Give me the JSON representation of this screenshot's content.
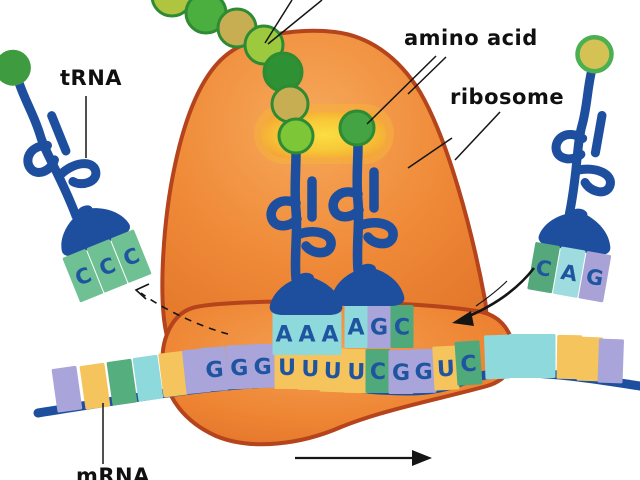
{
  "labels": {
    "trna": "tRNA",
    "amino_acid": "amino acid",
    "ribosome": "ribosome",
    "mrna": "mRNA"
  },
  "colors": {
    "rna_blue": "#1E4F9F",
    "letter_blue": "#1F55A0",
    "ribosome_orange": "#EE8230",
    "ribosome_border": "#B5441C",
    "tunnel_yellow": "#F9D03A",
    "base_A_cyan": "#8ED9DC",
    "base_U_yellow": "#F5C45C",
    "base_G_purple": "#A9A4D9",
    "base_C_green": "#4FA97B",
    "label_black": "#101010"
  },
  "mrna": {
    "visible_sequence": "GGGUUUUCGGUC",
    "bases": [
      {
        "l": "",
        "c": "#A9A4D9"
      },
      {
        "l": "",
        "c": "#F5C45C"
      },
      {
        "l": "",
        "c": "#55AE7E"
      },
      {
        "l": "",
        "c": "#8ED9DC"
      },
      {
        "l": "",
        "c": "#F5C45C"
      },
      {
        "l": "",
        "c": "#A9A4D9"
      },
      {
        "l": "G",
        "c": "#A9A4D9"
      },
      {
        "l": "G",
        "c": "#A9A4D9"
      },
      {
        "l": "G",
        "c": "#A9A4D9"
      },
      {
        "l": "U",
        "c": "#F5C45C"
      },
      {
        "l": "U",
        "c": "#F5C45C"
      },
      {
        "l": "U",
        "c": "#F5C45C"
      },
      {
        "l": "U",
        "c": "#F5C45C"
      },
      {
        "l": "C",
        "c": "#4FA97B"
      },
      {
        "l": "G",
        "c": "#A9A4D9"
      },
      {
        "l": "G",
        "c": "#A9A4D9"
      },
      {
        "l": "U",
        "c": "#F5C45C"
      },
      {
        "l": "C",
        "c": "#4FA97B"
      },
      {
        "l": "",
        "c": "#8ED9DC"
      },
      {
        "l": "",
        "c": "#8ED9DC"
      },
      {
        "l": "",
        "c": "#8ED9DC"
      },
      {
        "l": "",
        "c": "#F5C45C"
      },
      {
        "l": "",
        "c": "#F5C45C"
      },
      {
        "l": "",
        "c": "#A9A4D9"
      }
    ]
  },
  "p_site_anticodon": [
    {
      "l": "A",
      "c": "#8ED9DC"
    },
    {
      "l": "A",
      "c": "#8ED9DC"
    },
    {
      "l": "A",
      "c": "#8ED9DC"
    }
  ],
  "a_site_anticodon": [
    {
      "l": "A",
      "c": "#8ED9DC"
    },
    {
      "l": "G",
      "c": "#A9A4D9"
    },
    {
      "l": "C",
      "c": "#4FA97B"
    }
  ],
  "left_trna_anticodon": [
    {
      "l": "C",
      "c": "#6FC092"
    },
    {
      "l": "C",
      "c": "#6FC092"
    },
    {
      "l": "C",
      "c": "#6FC092"
    }
  ],
  "right_trna_anticodon": [
    {
      "l": "C",
      "c": "#55A87B"
    },
    {
      "l": "A",
      "c": "#9FDCDF"
    },
    {
      "l": "G",
      "c": "#A8A2D6"
    }
  ],
  "polypeptide_chain_colors": [
    "#AFC43F",
    "#4AAF3E",
    "#C8AE52",
    "#9CC93E",
    "#2E9133",
    "#C8AE52",
    "#7CC638"
  ],
  "right_amino_acid_color": "#44A342",
  "left_trna_amino_color": "#3F9B3F",
  "right_trna_amino_color": "#D5C254",
  "amino_ring_color": "#2E8A33"
}
